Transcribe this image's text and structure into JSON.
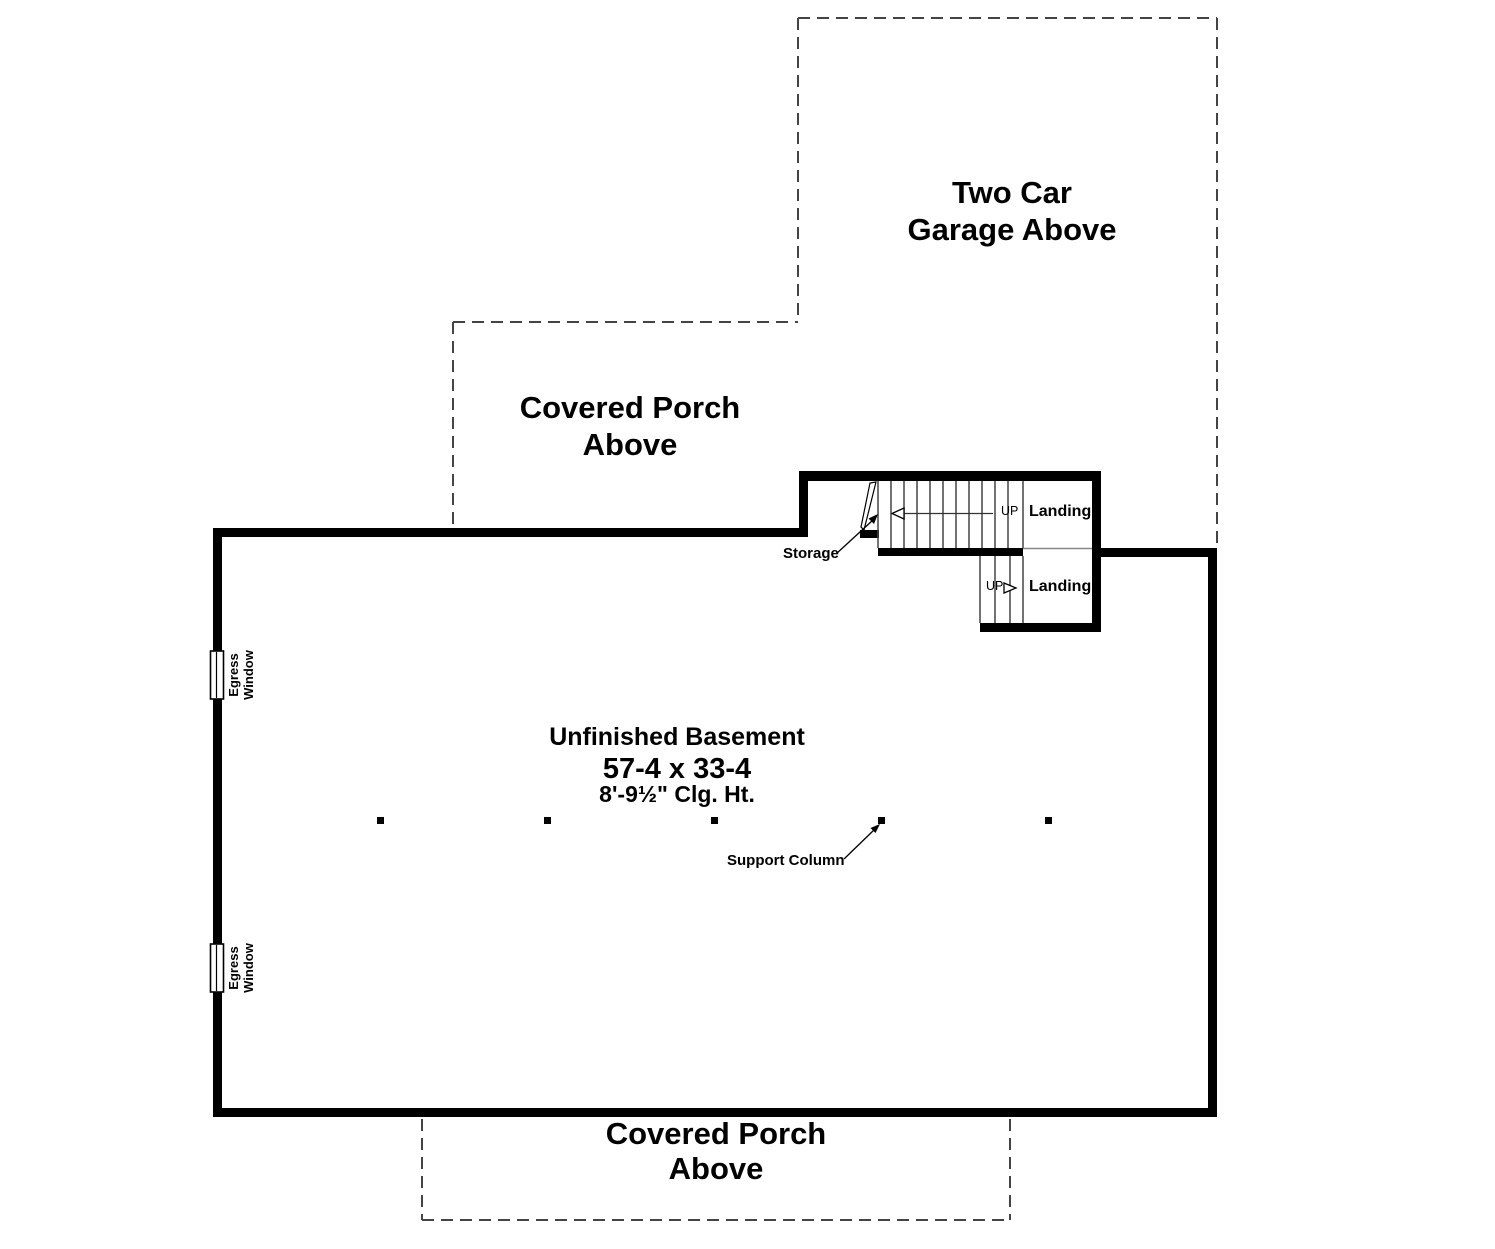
{
  "labels": {
    "garage": "Two Car\nGarage Above",
    "porch_top": "Covered Porch\nAbove",
    "porch_bottom": "Covered Porch\nAbove",
    "basement_title": "Unfinished Basement",
    "basement_dims": "57-4 x 33-4",
    "basement_ceiling": "8'-9½\" Clg. Ht.",
    "storage": "Storage",
    "up_upper": "UP",
    "up_lower": "UP",
    "landing_upper": "Landing",
    "landing_lower": "Landing",
    "support_column": "Support Column",
    "egress_window_1": "Egress\nWindow",
    "egress_window_2": "Egress\nWindow"
  },
  "colors": {
    "wall": "#000000",
    "dashed_outline": "#444444",
    "thin_line": "#444444",
    "landing_divider": "#888888",
    "background": "#ffffff"
  },
  "support_columns_count": "5"
}
